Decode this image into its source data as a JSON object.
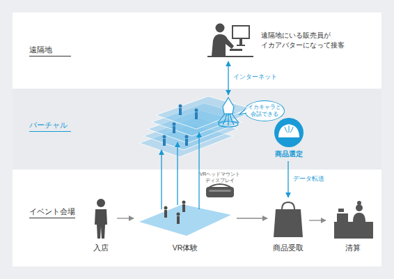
{
  "diagram": {
    "nodes": [
      {
        "text": [
          "遠隔地"
        ]
      },
      {
        "text": [
          "バーチャル"
        ]
      },
      {
        "text": [
          "イベント会場"
        ]
      },
      {
        "text": [
          "遠隔地にいる販売員が イカアバターになって接客"
        ],
        "in": 0
      },
      {
        "text": [
          "イカキャラと 会話できる"
        ],
        "in": 1
      },
      {
        "text": [
          "商品選定"
        ],
        "in": 1
      },
      {
        "text": [
          "入店"
        ],
        "in": 2
      },
      {
        "text": [
          "VR体験"
        ],
        "in": 2
      },
      {
        "text": [
          "商品受取"
        ],
        "in": 2
      },
      {
        "text": [
          "清算"
        ],
        "in": 2
      }
    ],
    "edges": [
      {
        "from": 3,
        "to": 4,
        "label": "インターネット",
        "arrow": "both"
      },
      {
        "from": 6,
        "to": 7,
        "arrow": "to"
      },
      {
        "from": 7,
        "to": 8,
        "arrow": "to"
      },
      {
        "from": 8,
        "to": 9,
        "arrow": "to"
      },
      {
        "from": 5,
        "to": 8,
        "label": "データ転送",
        "arrow": "to"
      }
    ],
    "labels": [
      "VRヘッドマウント ディスプレイ"
    ]
  }
}
